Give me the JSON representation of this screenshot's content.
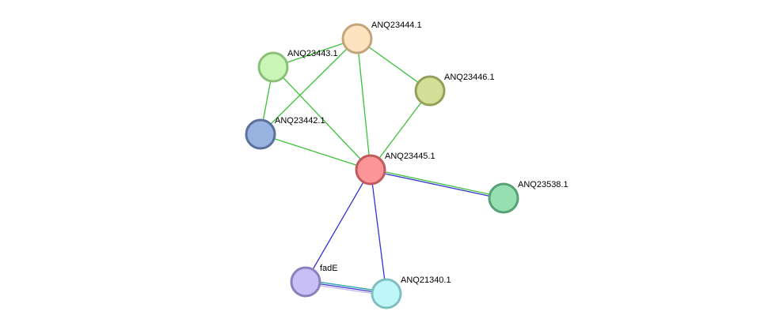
{
  "network": {
    "nodes": [
      {
        "id": "ANQ23444.1",
        "label": "ANQ23444.1",
        "fill": "#fde3c0",
        "stroke": "#c4a47a"
      },
      {
        "id": "ANQ23443.1",
        "label": "ANQ23443.1",
        "fill": "#c9f5b6",
        "stroke": "#8ac07a"
      },
      {
        "id": "ANQ23446.1",
        "label": "ANQ23446.1",
        "fill": "#d3df97",
        "stroke": "#959f5a"
      },
      {
        "id": "ANQ23442.1",
        "label": "ANQ23442.1",
        "fill": "#98b3e0",
        "stroke": "#5b7199"
      },
      {
        "id": "ANQ23445.1",
        "label": "ANQ23445.1",
        "fill": "#fb9598",
        "stroke": "#c05a5d"
      },
      {
        "id": "ANQ23538.1",
        "label": "ANQ23538.1",
        "fill": "#95dfb1",
        "stroke": "#56a175"
      },
      {
        "id": "fadE",
        "label": "fadE",
        "fill": "#c7bff5",
        "stroke": "#8a80bc"
      },
      {
        "id": "ANQ21340.1",
        "label": "ANQ21340.1",
        "fill": "#bff7f8",
        "stroke": "#7fbfc0"
      }
    ],
    "edges": [
      {
        "source": "ANQ23443.1",
        "target": "ANQ23444.1",
        "colors": [
          "#3cc13c"
        ]
      },
      {
        "source": "ANQ23443.1",
        "target": "ANQ23442.1",
        "colors": [
          "#3cc13c"
        ]
      },
      {
        "source": "ANQ23443.1",
        "target": "ANQ23445.1",
        "colors": [
          "#3cc13c"
        ]
      },
      {
        "source": "ANQ23444.1",
        "target": "ANQ23442.1",
        "colors": [
          "#3cc13c"
        ]
      },
      {
        "source": "ANQ23444.1",
        "target": "ANQ23446.1",
        "colors": [
          "#3cc13c"
        ]
      },
      {
        "source": "ANQ23444.1",
        "target": "ANQ23445.1",
        "colors": [
          "#3cc13c"
        ]
      },
      {
        "source": "ANQ23446.1",
        "target": "ANQ23445.1",
        "colors": [
          "#3cc13c"
        ]
      },
      {
        "source": "ANQ23442.1",
        "target": "ANQ23445.1",
        "colors": [
          "#3cc13c"
        ]
      },
      {
        "source": "ANQ23445.1",
        "target": "ANQ23538.1",
        "colors": [
          "#3cc13c",
          "#3434d4"
        ]
      },
      {
        "source": "ANQ23445.1",
        "target": "fadE",
        "colors": [
          "#3434d4"
        ]
      },
      {
        "source": "ANQ23445.1",
        "target": "ANQ21340.1",
        "colors": [
          "#3434d4"
        ]
      },
      {
        "source": "fadE",
        "target": "ANQ21340.1",
        "colors": [
          "#28a8a8",
          "#3434d4",
          "#c9b8f0"
        ]
      }
    ]
  }
}
